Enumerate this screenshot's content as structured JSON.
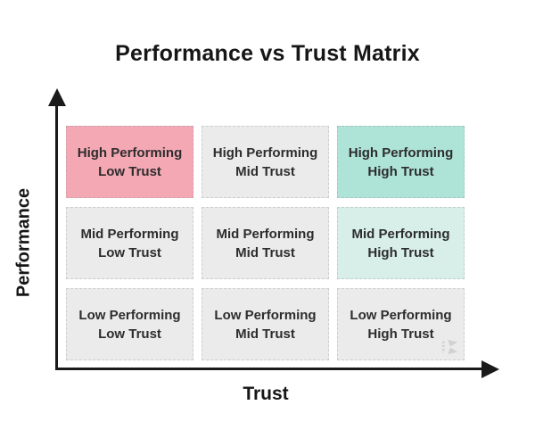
{
  "title": "Performance vs Trust Matrix",
  "axes": {
    "y_label": "Performance",
    "x_label": "Trust"
  },
  "colors": {
    "axis": "#1a1a1a",
    "cell_text": "#2d2d2d",
    "pink_high_performing_low_trust": "#f4a8b4",
    "teal_high_performing_high_trust": "#aee3d8",
    "light_teal_mid_performing_high_trust": "#d8efe9",
    "neutral_gray": "#ebebeb"
  },
  "grid": {
    "rows": 3,
    "cols": 3,
    "cells": [
      {
        "line1": "High Performing",
        "line2": "Low Trust",
        "color": "#f4a8b4"
      },
      {
        "line1": "High Performing",
        "line2": "Mid Trust",
        "color": "#ebebeb"
      },
      {
        "line1": "High Performing",
        "line2": "High Trust",
        "color": "#aee3d8"
      },
      {
        "line1": "Mid Performing",
        "line2": "Low Trust",
        "color": "#ebebeb"
      },
      {
        "line1": "Mid Performing",
        "line2": "Mid Trust",
        "color": "#ebebeb"
      },
      {
        "line1": "Mid Performing",
        "line2": "High Trust",
        "color": "#d8efe9"
      },
      {
        "line1": "Low Performing",
        "line2": "Low Trust",
        "color": "#ebebeb"
      },
      {
        "line1": "Low Performing",
        "line2": "Mid Trust",
        "color": "#ebebeb"
      },
      {
        "line1": "Low Performing",
        "line2": "High Trust",
        "color": "#ebebeb"
      }
    ]
  },
  "watermark": {
    "icon": "brand-logo-icon"
  }
}
